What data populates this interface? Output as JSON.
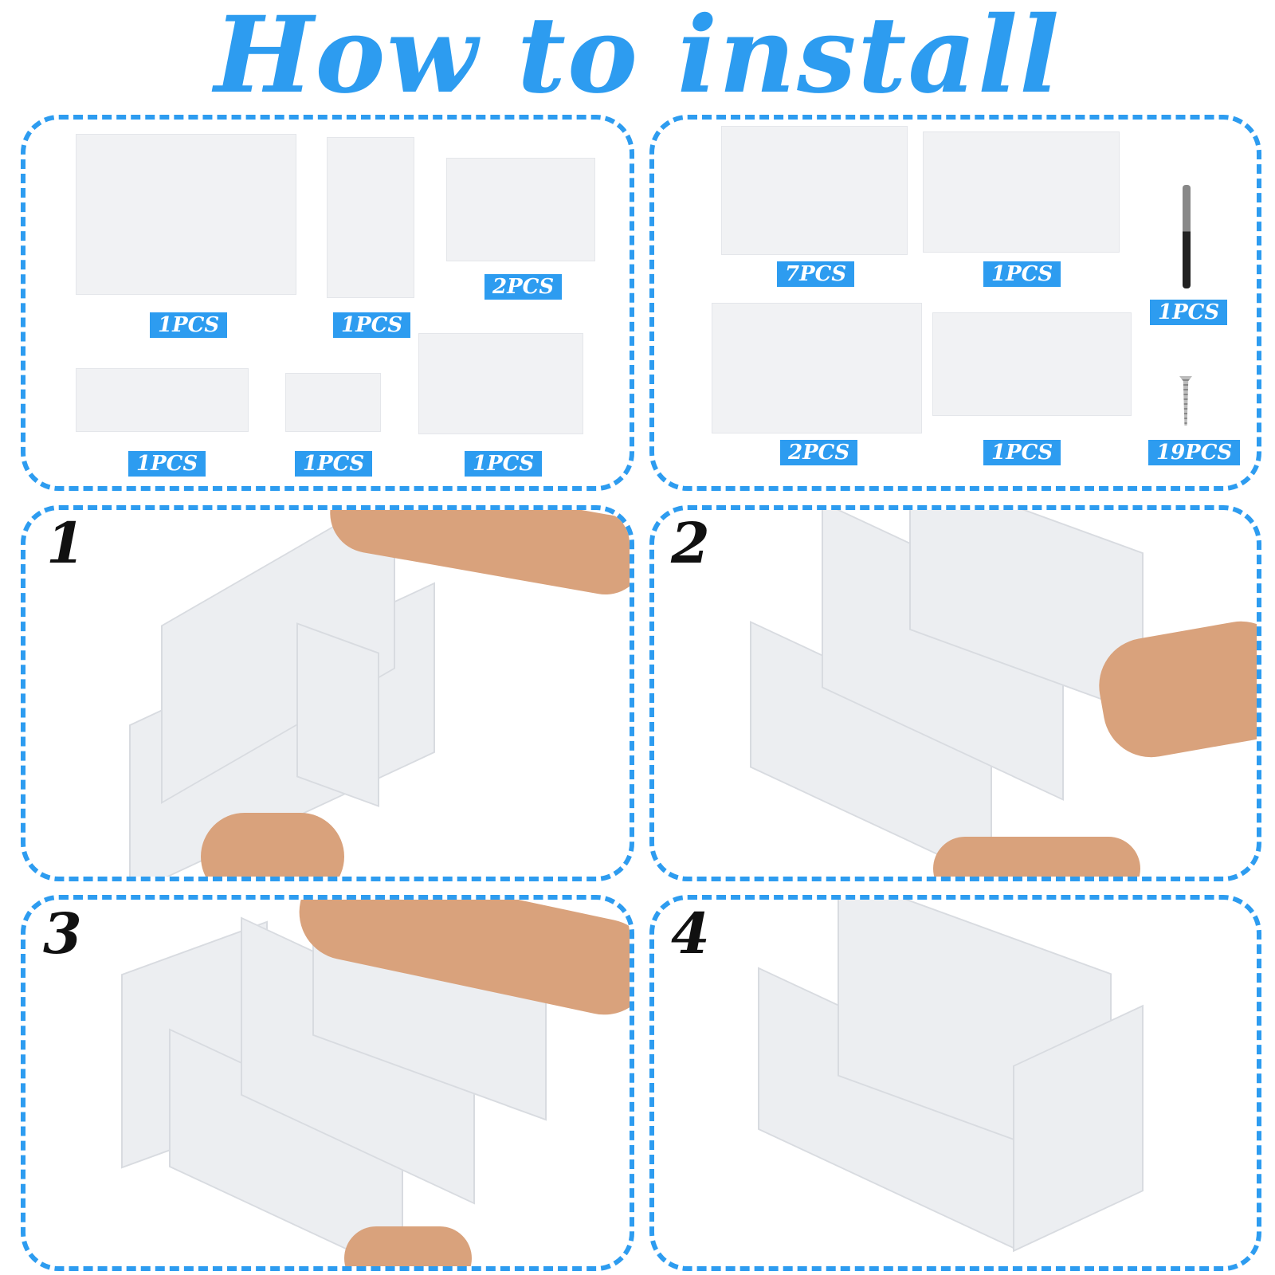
{
  "title": "How to install",
  "parts_left": [
    {
      "qty": "1PCS"
    },
    {
      "qty": "1PCS"
    },
    {
      "qty": "2PCS"
    },
    {
      "qty": "1PCS"
    },
    {
      "qty": "1PCS"
    },
    {
      "qty": "1PCS"
    }
  ],
  "parts_right": [
    {
      "qty": "7PCS"
    },
    {
      "qty": "1PCS"
    },
    {
      "qty": "1PCS",
      "icon": "screwdriver-icon"
    },
    {
      "qty": "2PCS"
    },
    {
      "qty": "1PCS"
    },
    {
      "qty": "19PCS",
      "icon": "screw-icon"
    }
  ],
  "steps": [
    "1",
    "2",
    "3",
    "4"
  ],
  "colors": {
    "accent": "#2d9cf0"
  }
}
